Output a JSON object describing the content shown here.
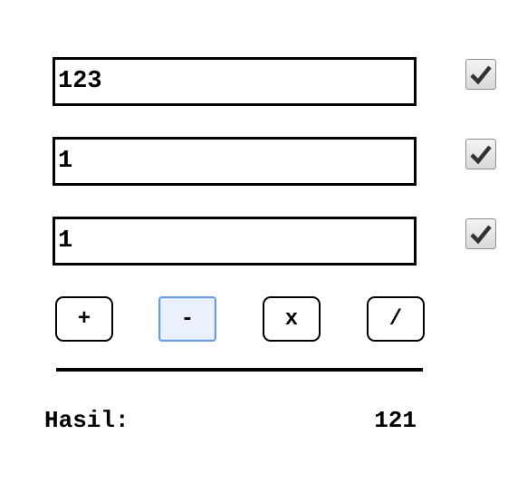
{
  "inputs": [
    {
      "value": "123",
      "checked": true
    },
    {
      "value": "1",
      "checked": true
    },
    {
      "value": "1",
      "checked": true
    }
  ],
  "operators": {
    "plus": "+",
    "minus": "-",
    "times": "x",
    "divide": "/"
  },
  "result": {
    "label": "Hasil:",
    "value": "121"
  }
}
